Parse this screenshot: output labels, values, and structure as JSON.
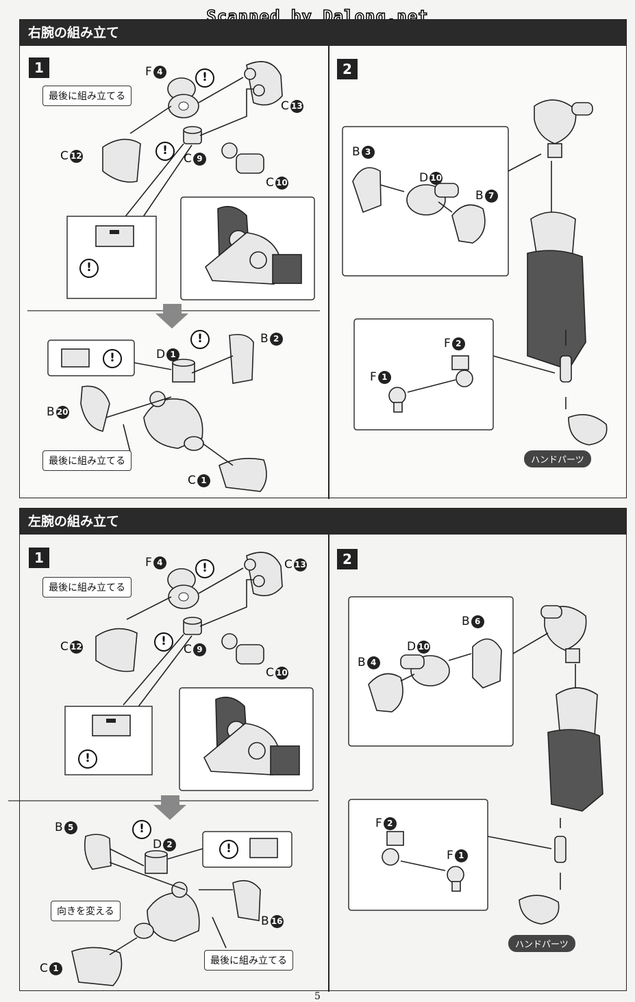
{
  "watermark": "Scanned by Dalong.net",
  "page_number": "5",
  "sections": [
    {
      "title": "右腕の組み立て",
      "step1": {
        "number": "1",
        "callout_top": "最後に組み立てる",
        "callout_bottom": "最後に組み立てる",
        "labels": {
          "f4": "F",
          "c13": "C",
          "c12": "C",
          "c9": "C",
          "c10": "C",
          "d1": "D",
          "b2": "B",
          "b20": "B",
          "c1": "C"
        },
        "nums": {
          "f4": "4",
          "c13": "13",
          "c12": "12",
          "c9": "9",
          "c10": "10",
          "d1": "1",
          "b2": "2",
          "b20": "20",
          "c1": "1"
        }
      },
      "step2": {
        "number": "2",
        "labels": {
          "b3": "B",
          "d10": "D",
          "b7": "B",
          "f2": "F",
          "f1": "F"
        },
        "nums": {
          "b3": "3",
          "d10": "10",
          "b7": "7",
          "f2": "2",
          "f1": "1"
        },
        "hand_label": "ハンドパーツ"
      }
    },
    {
      "title": "左腕の組み立て",
      "step1": {
        "number": "1",
        "callout_top": "最後に組み立てる",
        "callout_mid": "向きを変える",
        "callout_bottom": "最後に組み立てる",
        "labels": {
          "f4": "F",
          "c13": "C",
          "c12": "C",
          "c9": "C",
          "c10": "C",
          "b5": "B",
          "d2": "D",
          "b16": "B",
          "c1": "C"
        },
        "nums": {
          "f4": "4",
          "c13": "13",
          "c12": "12",
          "c9": "9",
          "c10": "10",
          "b5": "5",
          "d2": "2",
          "b16": "16",
          "c1": "1"
        }
      },
      "step2": {
        "number": "2",
        "labels": {
          "b6": "B",
          "d10": "D",
          "b4": "B",
          "f2": "F",
          "f1": "F"
        },
        "nums": {
          "b6": "6",
          "d10": "10",
          "b4": "4",
          "f2": "2",
          "f1": "1"
        },
        "hand_label": "ハンドパーツ"
      }
    }
  ],
  "warning_symbol": "!"
}
